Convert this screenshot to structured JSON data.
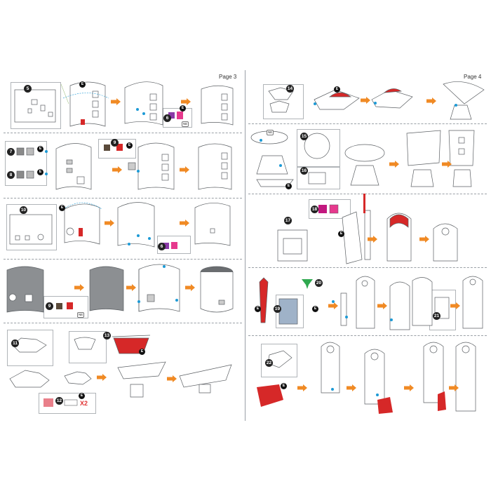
{
  "pages": [
    {
      "label": "Page 3",
      "steps": [
        "5",
        "6",
        "7",
        "8",
        "9",
        "10",
        "6",
        "9",
        "11",
        "12",
        "13"
      ],
      "part_codes": [
        "E",
        "E",
        "NE",
        "E",
        "E",
        "E",
        "E",
        "NE",
        "E",
        "E"
      ],
      "multiplier": "X2"
    },
    {
      "label": "Page 4",
      "steps": [
        "14",
        "15",
        "16",
        "17",
        "18",
        "19",
        "20",
        "21",
        "22"
      ],
      "part_codes": [
        "E",
        "NE",
        "E",
        "E",
        "E",
        "E",
        "E"
      ]
    }
  ],
  "colors": {
    "arrow": "#f08a24",
    "red_part": "#d62828",
    "pink_part": "#e6398d",
    "blue_dot": "#1c9ad6",
    "green_part": "#2fa84f",
    "outline": "#5b5f63"
  }
}
